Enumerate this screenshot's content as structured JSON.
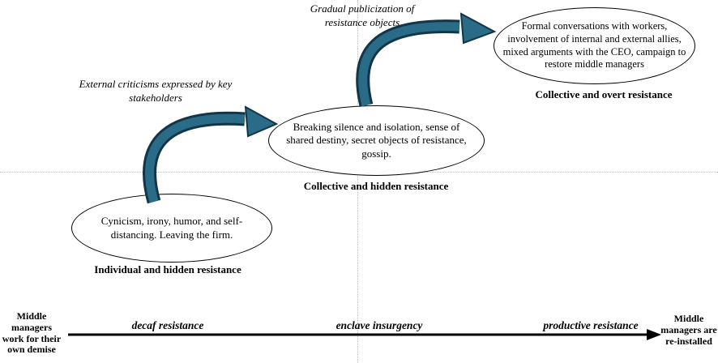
{
  "diagram": {
    "stages": [
      {
        "bubble": "Cynicism, irony, humor, and self-distancing. Leaving the firm.",
        "label": "Individual and hidden resistance"
      },
      {
        "bubble": "Breaking silence and isolation, sense of shared destiny, secret objects of resistance, gossip.",
        "label": "Collective and hidden resistance"
      },
      {
        "bubble": "Formal conversations with workers, involvement of internal and external allies, mixed arguments with the CEO, campaign to restore middle managers",
        "label": "Collective and overt resistance"
      }
    ],
    "transitions": [
      {
        "label": "External criticisms expressed by key stakeholders"
      },
      {
        "label": "Gradual publicization of resistance objects"
      }
    ],
    "axis": {
      "start_label": "Middle managers work for their own demise",
      "end_label": "Middle managers are re-installed",
      "phases": [
        "decaf resistance",
        "enclave insurgency",
        "productive resistance"
      ]
    },
    "colors": {
      "arrow_fill": "#2a6b88",
      "arrow_outline": "#123647",
      "axis_color": "#000000",
      "divider_color": "#c2c2c2"
    }
  }
}
